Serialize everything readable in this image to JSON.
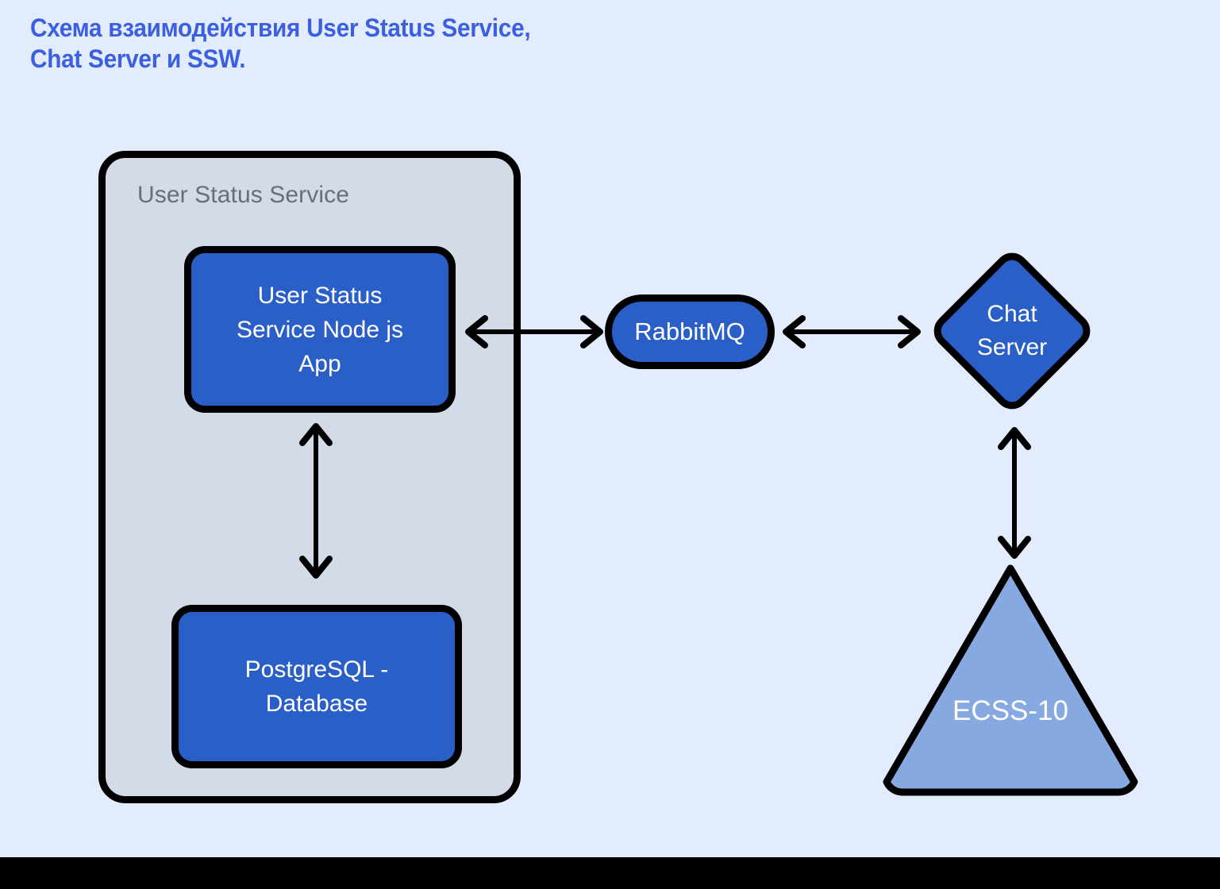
{
  "page": {
    "background_color": "#e2ecfc",
    "title_color": "#3b5fe0",
    "title": "Схема взаимодействия User Status Service,\nChat Server и SSW."
  },
  "diagram": {
    "group": {
      "label": "User Status Service",
      "fill_color": "#d3dbe8",
      "stroke_color": "#000000",
      "label_color": "#6a6e75"
    },
    "nodes": [
      {
        "id": "user-status-app",
        "label": "User Status\nService Node js\nApp",
        "shape": "rounded-rect",
        "fill_color": "#2a5fc8",
        "text_color": "#ffffff"
      },
      {
        "id": "postgresql",
        "label": "PostgreSQL -\nDatabase",
        "shape": "rounded-rect",
        "fill_color": "#2a5fc8",
        "text_color": "#ffffff"
      },
      {
        "id": "rabbitmq",
        "label": "RabbitMQ",
        "shape": "stadium",
        "fill_color": "#2a5fc8",
        "text_color": "#ffffff"
      },
      {
        "id": "chat-server",
        "label": "Chat\nServer",
        "shape": "diamond",
        "fill_color": "#2a5fc8",
        "text_color": "#ffffff"
      },
      {
        "id": "ecss-10",
        "label": "ECSS-10",
        "shape": "triangle",
        "fill_color": "#86a9e2",
        "text_color": "#ffffff"
      }
    ],
    "edges": [
      {
        "id": "app-rabbitmq",
        "from": "user-status-app",
        "to": "rabbitmq",
        "direction": "bidirectional",
        "label": ""
      },
      {
        "id": "rabbitmq-chat",
        "from": "rabbitmq",
        "to": "chat-server",
        "direction": "bidirectional",
        "label": ""
      },
      {
        "id": "app-postgres",
        "from": "user-status-app",
        "to": "postgresql",
        "direction": "bidirectional",
        "label": ""
      },
      {
        "id": "chat-ecss",
        "from": "chat-server",
        "to": "ecss-10",
        "direction": "bidirectional",
        "label": ""
      }
    ]
  }
}
